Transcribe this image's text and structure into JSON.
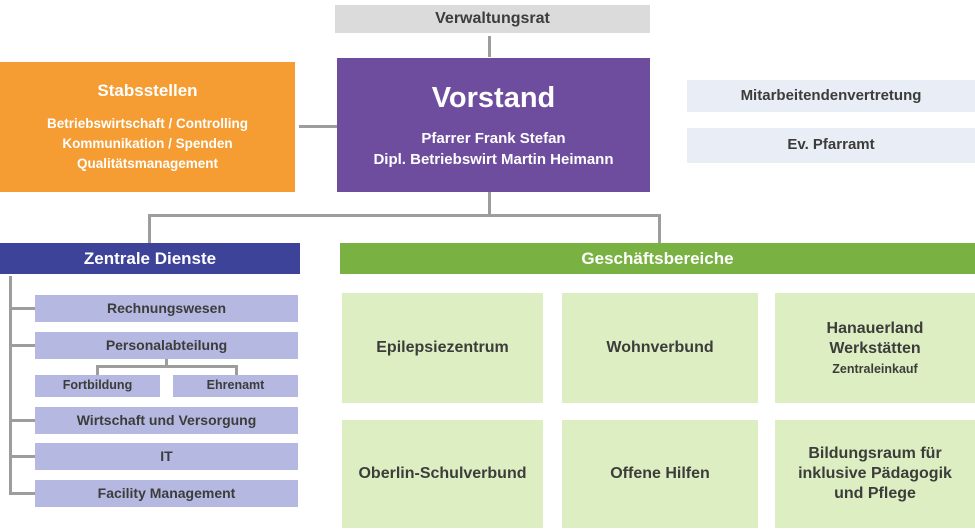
{
  "colors": {
    "orange": "#f59c33",
    "purple": "#6e4c9e",
    "dark-blue": "#3c4399",
    "green": "#79b142",
    "light-purple": "#b5b9e1",
    "light-green": "#ddefc2",
    "light-blue": "#e9edf5",
    "gray-box": "#dbdbdb",
    "line-gray": "#9d9d9c",
    "text-dark": "#3c3c3b"
  },
  "top": {
    "verwaltungsrat": "Verwaltungsrat",
    "vorstand": {
      "title": "Vorstand",
      "name1": "Pfarrer Frank Stefan",
      "name2": "Dipl. Betriebswirt Martin Heimann"
    },
    "stabsstellen": {
      "title": "Stabsstellen",
      "item1": "Betriebswirtschaft / Controlling",
      "item2": "Kommunikation / Spenden",
      "item3": "Qualitätsmanagement"
    },
    "mitarbeitendenvertretung": "Mitarbeitendenvertretung",
    "ev_pfarramt": "Ev. Pfarramt"
  },
  "zentrale_dienste": {
    "title": "Zentrale Dienste",
    "items": {
      "rechnungswesen": "Rechnungswesen",
      "personalabteilung": "Personalabteilung",
      "fortbildung": "Fortbildung",
      "ehrenamt": "Ehrenamt",
      "wirtschaft": "Wirtschaft und Versorgung",
      "it": "IT",
      "facility": "Facility Management"
    }
  },
  "geschaeftsbereiche": {
    "title": "Geschäftsbereiche",
    "cards": {
      "epilepsiezentrum": "Epilepsiezentrum",
      "wohnverbund": "Wohnverbund",
      "hanauerland": "Hanauerland Werkstätten",
      "hanauerland_sub": "Zentraleinkauf",
      "oberlin": "Oberlin-Schulverbund",
      "offene_hilfen": "Offene Hilfen",
      "bildungsraum": "Bildungsraum für inklusive Pädagogik und Pflege"
    }
  }
}
